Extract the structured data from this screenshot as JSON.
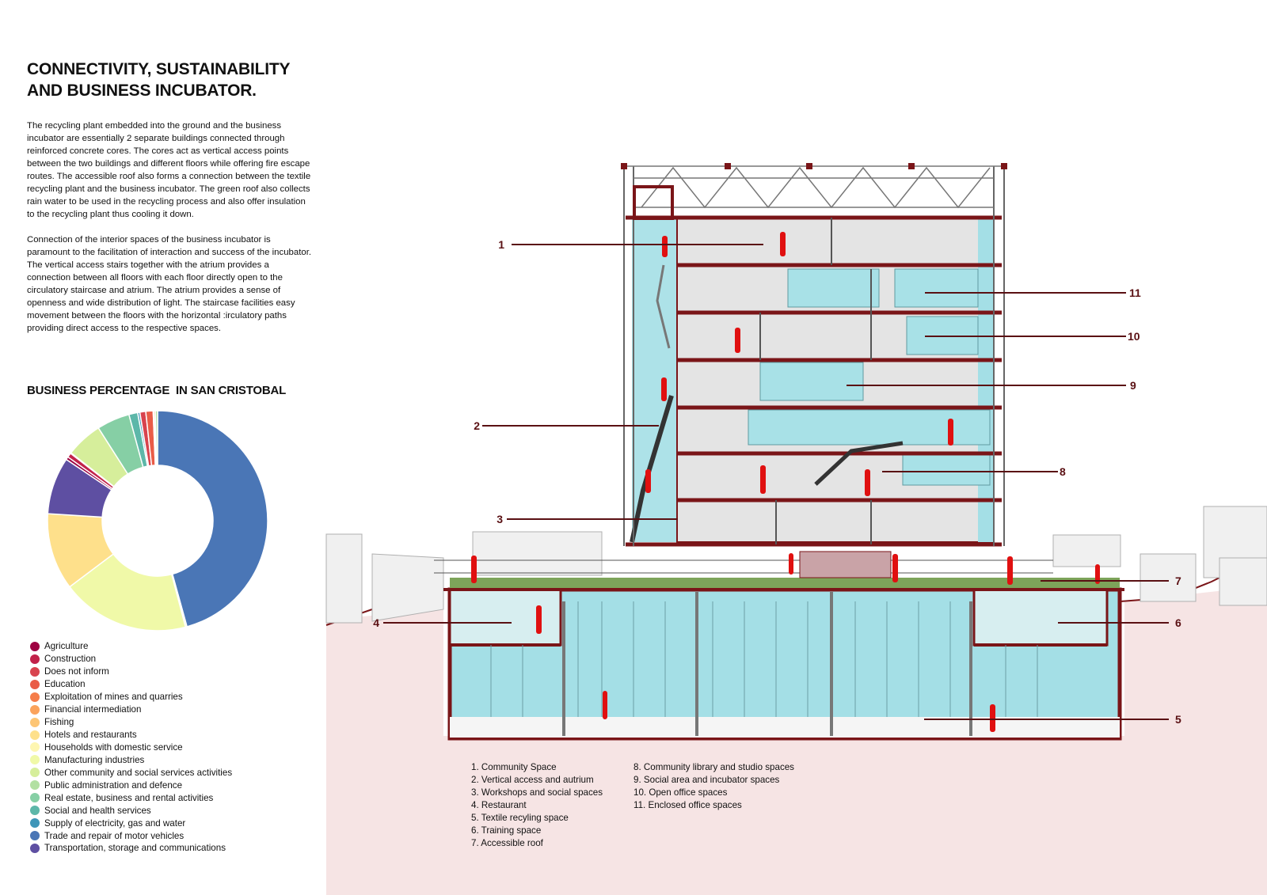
{
  "title_line1": "CONNECTIVITY, SUSTAINABILITY",
  "title_line2": "AND BUSINESS INCUBATOR.",
  "paragraph1": "The recycling plant embedded into the ground and the business incubator are essentially 2 separate buildings connected through reinforced concrete cores. The cores act as vertical access points between the two buildings and different floors while offering fire escape routes. The accessible roof also forms a connection between the textile recycling plant and the business incubator. The green roof also collects rain water to be used in the recycling process and also offer insulation to the recycling plant thus cooling it down.",
  "paragraph2": "Connection of the interior spaces of the business incubator is paramount to the facilitation of interaction and success of the incubator. The vertical access stairs together with the atrium provides a connection between all floors with each floor directly open to the circulatory staircase and atrium. The atrium provides a sense of openness and wide distribution of light. The staircase facilities easy movement between the floors with the horizontal :irculatory paths providing direct access to the respective spaces.",
  "chart_title": "BUSINESS PERCENTAGE  IN SAN CRISTOBAL",
  "chart_data": {
    "type": "pie",
    "donut": true,
    "categories": [
      "Agriculture",
      "Construction",
      "Does not inform",
      "Education",
      "Exploitation of mines and quarries",
      "Financial intermediation",
      "Fishing",
      "Hotels and restaurants",
      "Households with domestic service",
      "Manufacturing industries",
      "Other community and social services activities",
      "Public administration and defence",
      "Real estate, business and rental activities",
      "Social and health services",
      "Supply of electricity, gas and water",
      "Trade and repair of motor vehicles",
      "Transportation, storage and communications"
    ],
    "values": [
      0.4,
      0.6,
      0.8,
      1.0,
      0.1,
      0.2,
      0.1,
      10.5,
      0.2,
      17.5,
      5.0,
      0.3,
      4.5,
      1.2,
      0.3,
      42.5,
      7.8
    ],
    "colors": [
      "#9e0142",
      "#c2224a",
      "#d8434e",
      "#e95c47",
      "#f57d4a",
      "#fba35c",
      "#fdc574",
      "#fee08b",
      "#fef6b1",
      "#f0f9a8",
      "#d6ee9b",
      "#b2e0a2",
      "#86cfa5",
      "#5db7a9",
      "#3d95b8",
      "#4a76b6",
      "#5e4fa2"
    ],
    "slice_order": [
      15,
      8,
      9,
      7,
      16,
      0,
      1,
      6,
      10,
      12,
      13,
      14,
      2,
      3,
      4,
      5,
      11
    ],
    "legend_placement": "below"
  },
  "callouts": [
    "1",
    "2",
    "3",
    "4",
    "5",
    "6",
    "7",
    "8",
    "9",
    "10",
    "11"
  ],
  "key_left": [
    "1. Community Space",
    "2. Vertical access and autrium",
    "3. Workshops and social spaces",
    "4. Restaurant",
    "5. Textile recyling space",
    "6. Training space",
    "7. Accessible roof"
  ],
  "key_right": [
    "8. Community library and studio spaces",
    "9. Social area and incubator spaces",
    "10. Open office spaces",
    "11. Enclosed office spaces"
  ],
  "colors": {
    "accent": "#7a1518",
    "figure": "#e01010",
    "glass": "#9fdde3",
    "ground": "#f5e3e3",
    "roof_green": "#7da45a"
  }
}
